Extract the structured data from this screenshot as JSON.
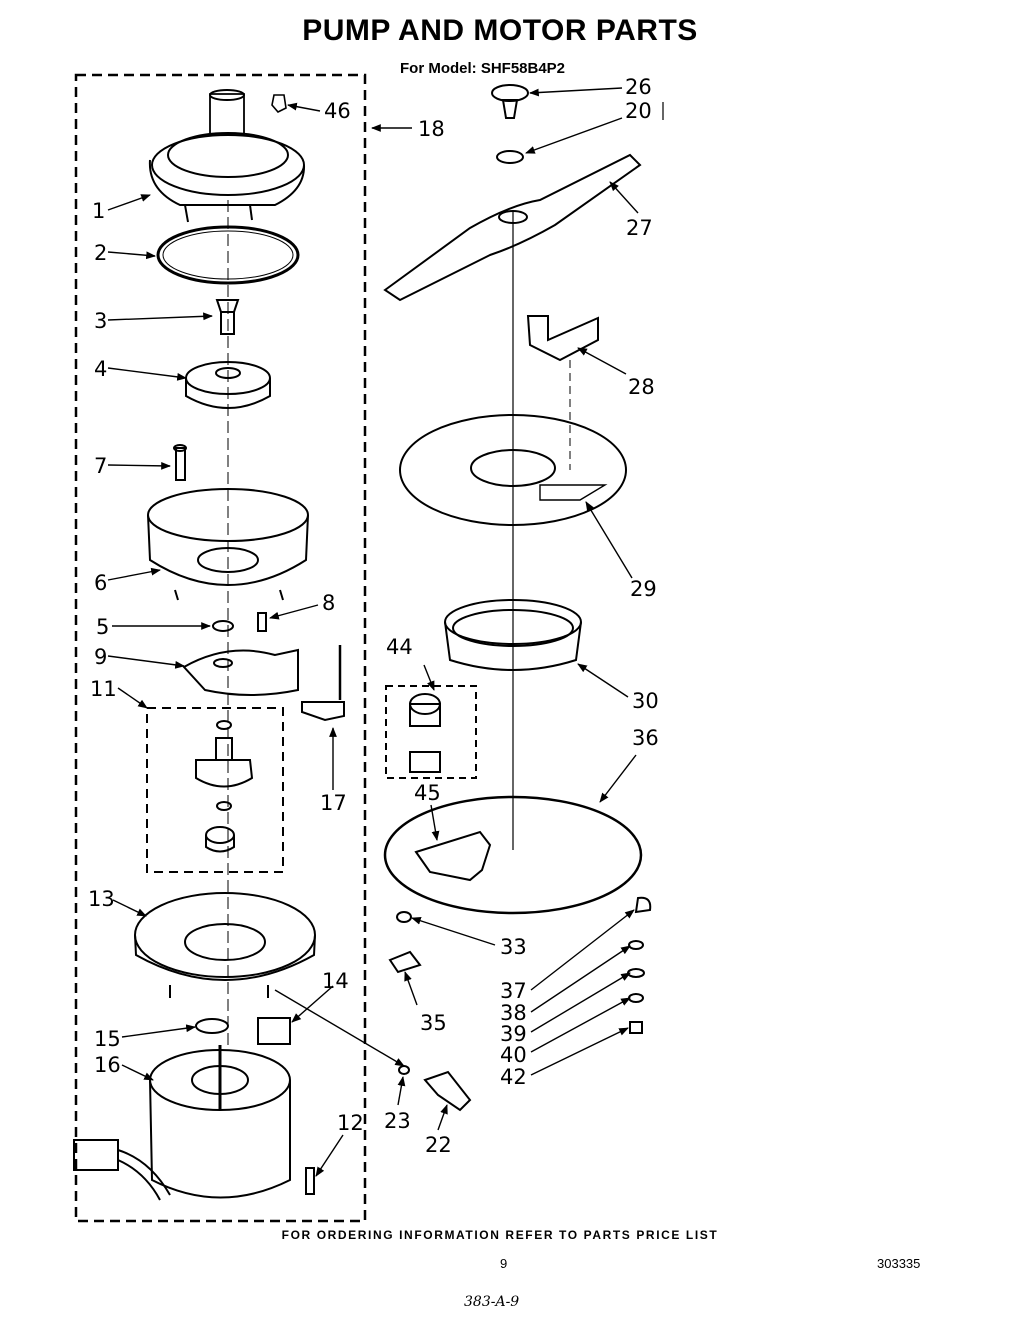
{
  "title": "PUMP AND MOTOR PARTS",
  "subtitle": "For Model: SHF58B4P2",
  "footer": "FOR ORDERING INFORMATION REFER TO PARTS PRICE LIST",
  "page_number": "9",
  "doc_number": "303335",
  "handwritten_note": "383-A-9",
  "callouts": {
    "c1": "1",
    "c2": "2",
    "c3": "3",
    "c4": "4",
    "c5": "5",
    "c6": "6",
    "c7": "7",
    "c8": "8",
    "c9": "9",
    "c11": "11",
    "c12": "12",
    "c13": "13",
    "c14": "14",
    "c15": "15",
    "c16": "16",
    "c17": "17",
    "c18": "18",
    "c20": "20",
    "c22": "22",
    "c23": "23",
    "c26": "26",
    "c27": "27",
    "c28": "28",
    "c29": "29",
    "c30": "30",
    "c33": "33",
    "c35": "35",
    "c36": "36",
    "c37": "37",
    "c38": "38",
    "c39": "39",
    "c40": "40",
    "c42": "42",
    "c44": "44",
    "c45": "45",
    "c46": "46"
  }
}
